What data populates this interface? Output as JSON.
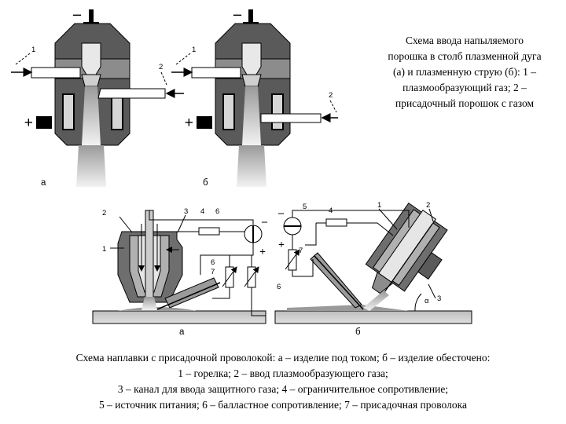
{
  "top_caption": {
    "lines": [
      "Схема ввода напыляемого",
      "порошка в столб плазменной дуга",
      "(а) и плазменную струю (б): 1 –",
      "плазмообразующий газ; 2 –",
      "присадочный порошок с газом"
    ]
  },
  "bottom_caption": {
    "lines": [
      "Схема наплавки с присадочной проволокой: а – изделие под током; б – изделие обесточено:",
      "1 – горелка; 2 – ввод плазмообразующего газа;",
      "3 – канал для ввода защитного газа; 4 – ограничительное сопротивление;",
      "5 – источник питания; 6 – балластное сопротивление; 7 – присадочная проволока"
    ]
  },
  "figure_labels": {
    "top_a": "а",
    "top_b": "б",
    "bottom_a": "а",
    "bottom_b": "б",
    "minus": "–",
    "plus": "+",
    "n1": "1",
    "n2": "2",
    "n3": "3",
    "n4": "4",
    "n5": "5",
    "n6": "6",
    "n7": "7",
    "alpha": "α"
  },
  "colors": {
    "body_dark": "#5a5a5a",
    "body_mid": "#8c8c8c",
    "body_light": "#d6d6d6",
    "jet": "#c8c8c8",
    "line": "#000000"
  }
}
